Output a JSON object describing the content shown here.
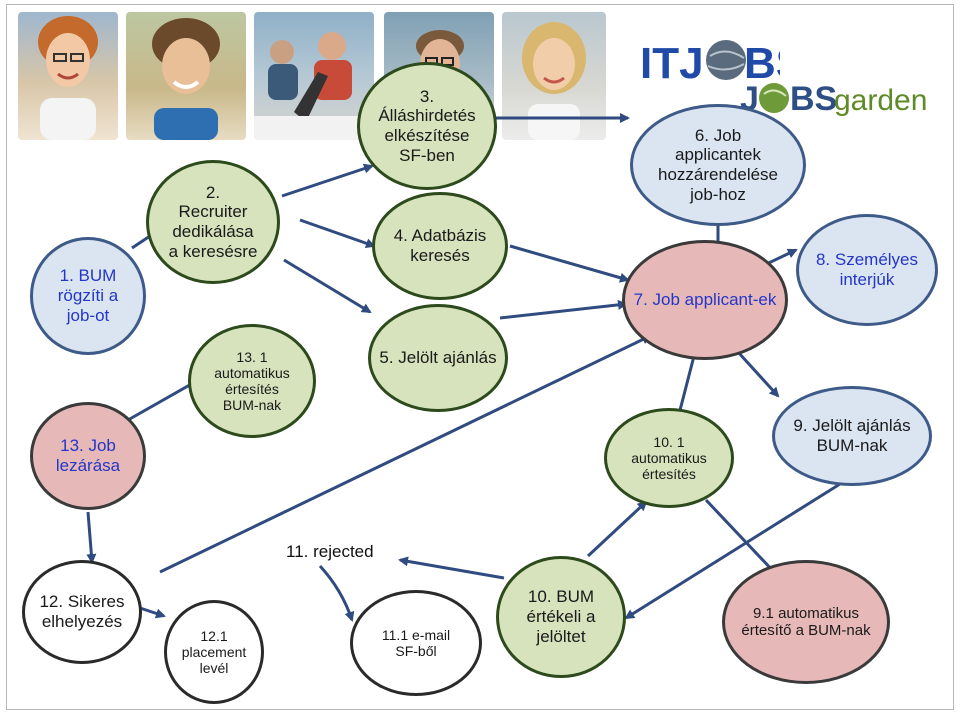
{
  "colors": {
    "blue_fill": "#dbe5f1",
    "green_fill": "#d6e3bc",
    "pink_fill": "#e6b9b8",
    "arrow": "#2f4b80",
    "link_text": "#2436c8",
    "itjobs_blue": "#1f4aa8",
    "jobsgarden_green": "#5f8a27"
  },
  "logos": {
    "itjobs": {
      "prefix": "ITJ",
      "suffix": "BS"
    },
    "jobsgarden": {
      "prefix": "J",
      "mid": "BS",
      "suffix": "garden"
    }
  },
  "photos": [
    {
      "name": "woman-with-glasses-photo"
    },
    {
      "name": "young-man-photo"
    },
    {
      "name": "students-laptop-photo"
    },
    {
      "name": "man-with-glasses-photo"
    },
    {
      "name": "smiling-woman-photo"
    }
  ],
  "nodes": {
    "n1": "1. BUM\nrögzíti a\njob-ot",
    "n2": "2.\nRecruiter\ndedikálása\na keresésre",
    "n3": "3.\nÁlláshirdetés\nelkészítése\nSF-ben",
    "n4": "4. Adatbázis\nkeresés",
    "n5": "5. Jelölt ajánlás",
    "n6": "6. Job\napplicantek\nhozzárendelése\njob-hoz",
    "n7": "7. Job applicant-ek",
    "n8": "8. Személyes\ninterjúk",
    "n9": "9. Jelölt ajánlás\nBUM-nak",
    "n91": "9.1 automatikus\nértesítő a BUM-nak",
    "n10": "10. 1\nautomatikus\nértesítés",
    "n10b": "10. BUM\nértékeli a\njelöltet",
    "n11": "11. rejected",
    "n111": "11.1 e-mail\nSF-ből",
    "n12": "12. Sikeres\nelhelyezés",
    "n121": "12.1\nplacement\nlevél",
    "n13": "13. Job\nlezárása",
    "n131": "13. 1\nautomatikus\nértesítés\nBUM-nak"
  }
}
